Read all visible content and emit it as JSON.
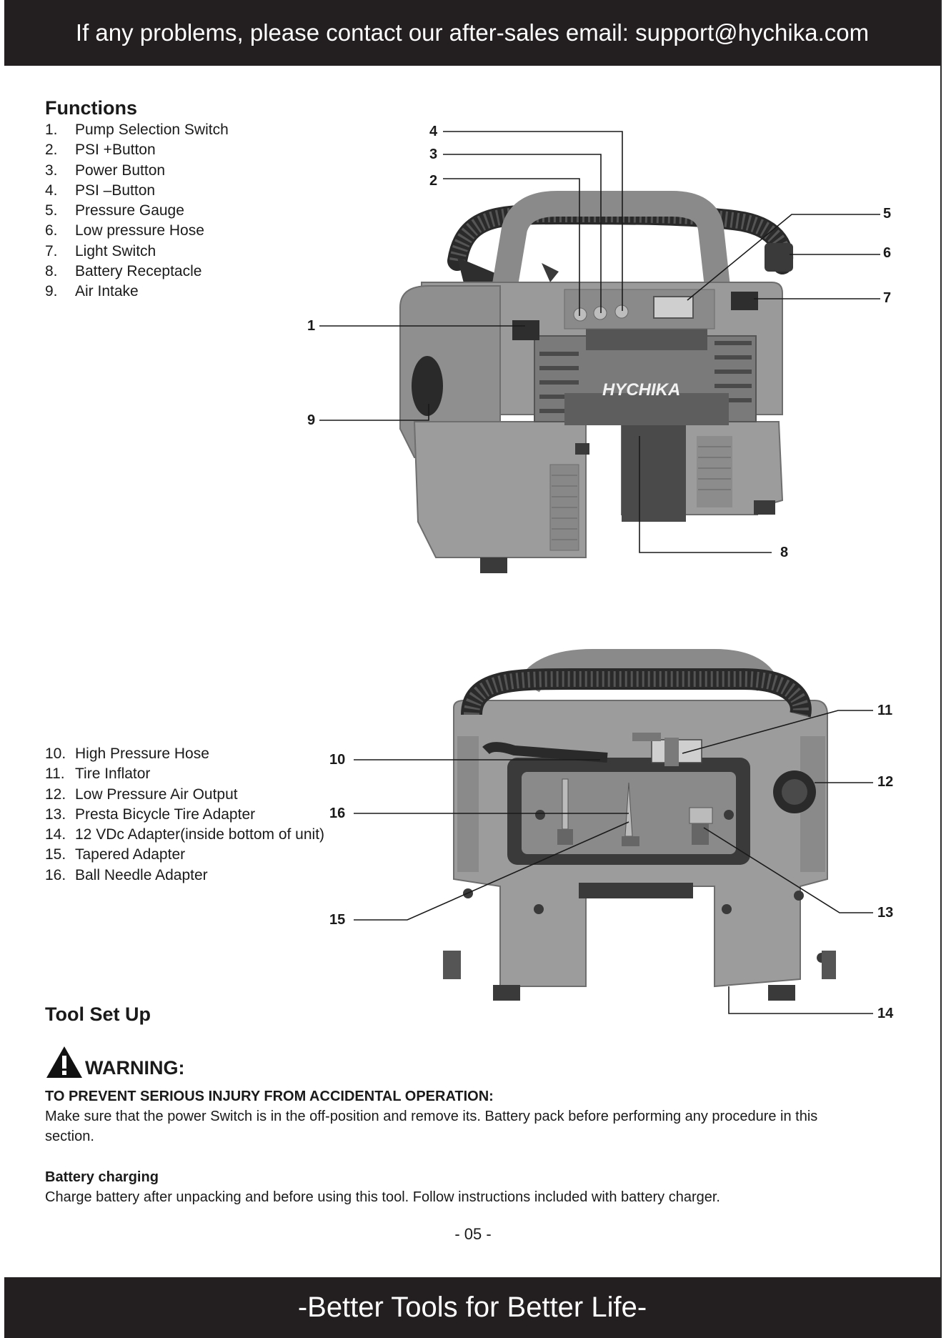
{
  "header": {
    "banner": "If any problems, please contact our after-sales email: support@hychika.com"
  },
  "functions": {
    "title": "Functions",
    "items": [
      {
        "num": "1.",
        "label": "Pump Selection Switch"
      },
      {
        "num": "2.",
        "label": "PSI +Button"
      },
      {
        "num": "3.",
        "label": "Power Button"
      },
      {
        "num": "4.",
        "label": "PSI –Button"
      },
      {
        "num": "5.",
        "label": "Pressure Gauge"
      },
      {
        "num": "6.",
        "label": "Low pressure Hose"
      },
      {
        "num": "7.",
        "label": "Light Switch"
      },
      {
        "num": "8.",
        "label": "Battery Receptacle"
      },
      {
        "num": "9.",
        "label": "Air Intake"
      }
    ]
  },
  "accessories": {
    "items": [
      {
        "num": "10.",
        "label": "High Pressure Hose"
      },
      {
        "num": "11.",
        "label": "Tire Inflator"
      },
      {
        "num": "12.",
        "label": "Low Pressure Air Output"
      },
      {
        "num": "13.",
        "label": "Presta Bicycle Tire Adapter"
      },
      {
        "num": "14.",
        "label": "12 VDc Adapter(inside bottom of unit)"
      },
      {
        "num": "15.",
        "label": "Tapered Adapter"
      },
      {
        "num": "16.",
        "label": "Ball Needle Adapter"
      }
    ]
  },
  "diagram": {
    "brand": "HYCHIKA",
    "callouts": [
      "1",
      "2",
      "3",
      "4",
      "5",
      "6",
      "7",
      "8",
      "9",
      "10",
      "11",
      "12",
      "13",
      "14",
      "15",
      "16"
    ]
  },
  "setup": {
    "title": "Tool Set Up",
    "warning_label": "WARNING:",
    "caution_heading": "TO PREVENT SERIOUS INJURY FROM ACCIDENTAL OPERATION:",
    "caution_text_1": "Make sure that the power Switch is in the off-position and remove its. Battery pack before performing any procedure in this",
    "caution_text_2": "section.",
    "battery_heading": "Battery charging",
    "battery_text": "Charge battery after unpacking and before using this tool. Follow instructions included with battery charger."
  },
  "page_number": "- 05 -",
  "footer": {
    "banner": "-Better Tools for Better Life-"
  },
  "colors": {
    "banner": "#231f20",
    "device_body": "#9a9a9a",
    "device_dark": "#3a3a3a"
  }
}
